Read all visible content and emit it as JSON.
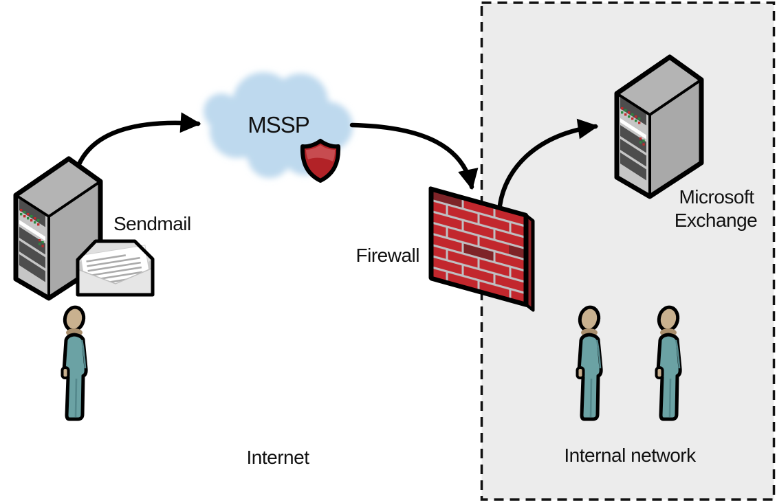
{
  "diagram": {
    "region_labels": {
      "internet": "Internet",
      "internal_network": "Internal network"
    },
    "nodes": {
      "sendmail": {
        "label": "Sendmail",
        "icon": "server-tower"
      },
      "mssp": {
        "label": "MSSP",
        "icon": "cloud",
        "badge": "security-shield"
      },
      "firewall": {
        "label": "Firewall",
        "icon": "brick-wall"
      },
      "exchange": {
        "label_line1": "Microsoft",
        "label_line2": "Exchange",
        "icon": "server-tower"
      }
    },
    "connections": [
      {
        "from": "sendmail",
        "to": "mssp"
      },
      {
        "from": "mssp",
        "to": "firewall"
      },
      {
        "from": "firewall",
        "to": "exchange"
      }
    ],
    "people": [
      {
        "location": "internet",
        "near": "sendmail"
      },
      {
        "location": "internal_network"
      },
      {
        "location": "internal_network"
      }
    ],
    "colors": {
      "internal_zone_bg": "#ECECEC",
      "zone_border": "#111111",
      "cloud_blue": "#BED9EE",
      "brick_red": "#C2272D",
      "brick_dark": "#7E2428",
      "mortar_gray": "#BFBFC2",
      "wall_side": "#8E2227",
      "shield_red": "#B22227",
      "shield_gloss": "#CA5358",
      "person_body": "#6BA2A4",
      "person_skin": "#C9B18F",
      "server_front": "#C6C6C6",
      "server_side": "#A9A9A9",
      "server_top": "#B4B4B4",
      "server_bay": "#4D4D4D",
      "envelope_gray": "#DFDFDF",
      "outline": "#000000"
    }
  }
}
